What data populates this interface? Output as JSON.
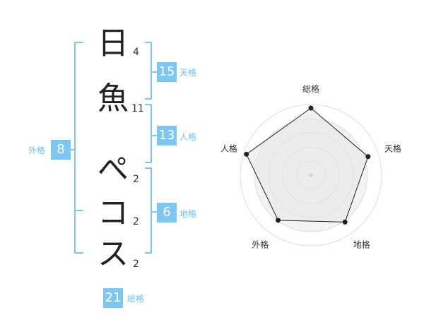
{
  "colors": {
    "accent": "#7cc7f3",
    "label": "#6ec3f0",
    "bracket": "#7cc7f3",
    "text": "#222222"
  },
  "name": {
    "chars": [
      "日",
      "魚",
      "ぺ",
      "コ",
      "ス"
    ],
    "strokes": [
      "4",
      "11",
      "2",
      "2",
      "2"
    ]
  },
  "fortunes": {
    "tenkaku": {
      "value": "15",
      "label": "天格"
    },
    "jinkaku": {
      "value": "13",
      "label": "人格"
    },
    "chikaku": {
      "value": "6",
      "label": "地格"
    },
    "gaikaku": {
      "value": "8",
      "label": "外格"
    },
    "soukaku": {
      "value": "21",
      "label": "総格"
    }
  },
  "chart_data": {
    "type": "radar",
    "axes": [
      "総格",
      "天格",
      "地格",
      "外格",
      "人格"
    ],
    "values": [
      0.95,
      0.85,
      0.82,
      0.79,
      0.96
    ],
    "ylim": [
      0,
      1
    ],
    "grid": true
  }
}
